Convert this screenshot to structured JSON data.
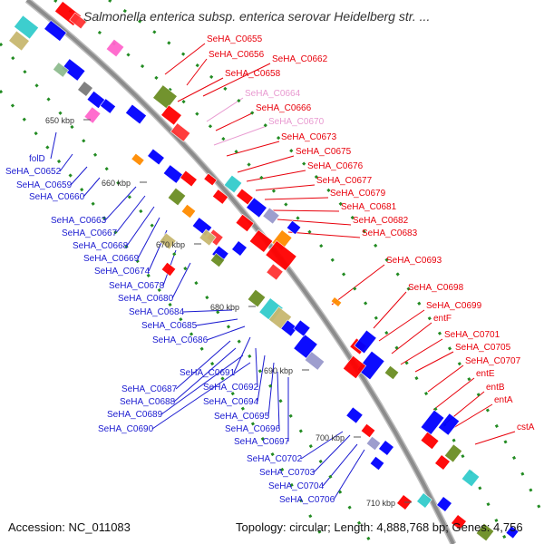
{
  "title": "Salmonella enterica subsp. enterica serovar Heidelberg str. ...",
  "footer": {
    "accession": "Accession: NC_011083",
    "summary": "Topology: circular; Length: 4,888,768 bp; Genes: 4,756"
  },
  "colors": {
    "backbone": "#8c8c8c",
    "forward_label": "#e8000b",
    "reverse_label": "#1a1ad0",
    "pseudo_label": "#e899d0",
    "forward_gene": "#ff0000",
    "reverse_gene": "#0000ff",
    "tick_mark": "#228b22"
  },
  "ticks": [
    {
      "label": "650 kbp"
    },
    {
      "label": "660 kbp"
    },
    {
      "label": "670 kbp"
    },
    {
      "label": "680 kbp"
    },
    {
      "label": "690 kbp"
    },
    {
      "label": "700 kbp"
    },
    {
      "label": "710 kbp"
    }
  ],
  "forward_genes": [
    {
      "label": "SeHA_C0655",
      "style": "forward"
    },
    {
      "label": "SeHA_C0656",
      "style": "forward"
    },
    {
      "label": "SeHA_C0662",
      "style": "forward"
    },
    {
      "label": "SeHA_C0658",
      "style": "forward"
    },
    {
      "label": "SeHA_C0664",
      "style": "pseudo"
    },
    {
      "label": "SeHA_C0666",
      "style": "forward"
    },
    {
      "label": "SeHA_C0670",
      "style": "pseudo"
    },
    {
      "label": "SeHA_C0673",
      "style": "forward"
    },
    {
      "label": "SeHA_C0675",
      "style": "forward"
    },
    {
      "label": "SeHA_C0676",
      "style": "forward"
    },
    {
      "label": "SeHA_C0677",
      "style": "forward"
    },
    {
      "label": "SeHA_C0679",
      "style": "forward"
    },
    {
      "label": "SeHA_C0681",
      "style": "forward"
    },
    {
      "label": "SeHA_C0682",
      "style": "forward"
    },
    {
      "label": "SeHA_C0683",
      "style": "forward"
    },
    {
      "label": "SeHA_C0693",
      "style": "forward"
    },
    {
      "label": "SeHA_C0698",
      "style": "forward"
    },
    {
      "label": "SeHA_C0699",
      "style": "forward"
    },
    {
      "label": "entF",
      "style": "forward"
    },
    {
      "label": "SeHA_C0701",
      "style": "forward"
    },
    {
      "label": "SeHA_C0705",
      "style": "forward"
    },
    {
      "label": "SeHA_C0707",
      "style": "forward"
    },
    {
      "label": "entE",
      "style": "forward"
    },
    {
      "label": "entB",
      "style": "forward"
    },
    {
      "label": "entA",
      "style": "forward"
    },
    {
      "label": "cstA",
      "style": "forward"
    }
  ],
  "reverse_genes": [
    {
      "label": "folD"
    },
    {
      "label": "SeHA_C0652"
    },
    {
      "label": "SeHA_C0659"
    },
    {
      "label": "SeHA_C0660"
    },
    {
      "label": "SeHA_C0663"
    },
    {
      "label": "SeHA_C0667"
    },
    {
      "label": "SeHA_C0668"
    },
    {
      "label": "SeHA_C0669"
    },
    {
      "label": "SeHA_C0674"
    },
    {
      "label": "SeHA_C0678"
    },
    {
      "label": "SeHA_C0680"
    },
    {
      "label": "SeHA_C0684"
    },
    {
      "label": "SeHA_C0685"
    },
    {
      "label": "SeHA_C0686"
    },
    {
      "label": "SeHA_C0691"
    },
    {
      "label": "SeHA_C0687"
    },
    {
      "label": "SeHA_C0692"
    },
    {
      "label": "SeHA_C0688"
    },
    {
      "label": "SeHA_C0694"
    },
    {
      "label": "SeHA_C0689"
    },
    {
      "label": "SeHA_C0695"
    },
    {
      "label": "SeHA_C0690"
    },
    {
      "label": "SeHA_C0696"
    },
    {
      "label": "SeHA_C0697"
    },
    {
      "label": "SeHA_C0702"
    },
    {
      "label": "SeHA_C0703"
    },
    {
      "label": "SeHA_C0704"
    },
    {
      "label": "SeHA_C0706"
    }
  ]
}
